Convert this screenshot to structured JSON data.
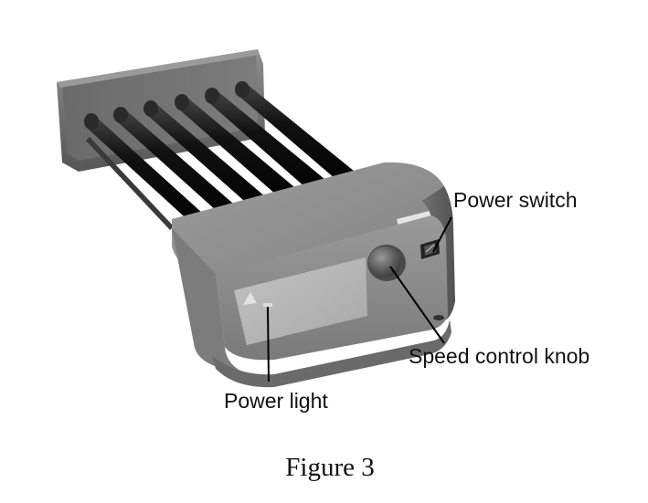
{
  "labels": {
    "power_switch": "Power switch",
    "speed_control_knob": "Speed control knob",
    "power_light": "Power light"
  },
  "caption": "Figure 3",
  "rollers": {
    "count": 6
  },
  "colors": {
    "housing": "#8a8a8a",
    "housing_dark": "#5e5e5e",
    "panel": "#b4b4b4",
    "roller": "#1a1a1a",
    "end_block": "#6e6e6e"
  }
}
